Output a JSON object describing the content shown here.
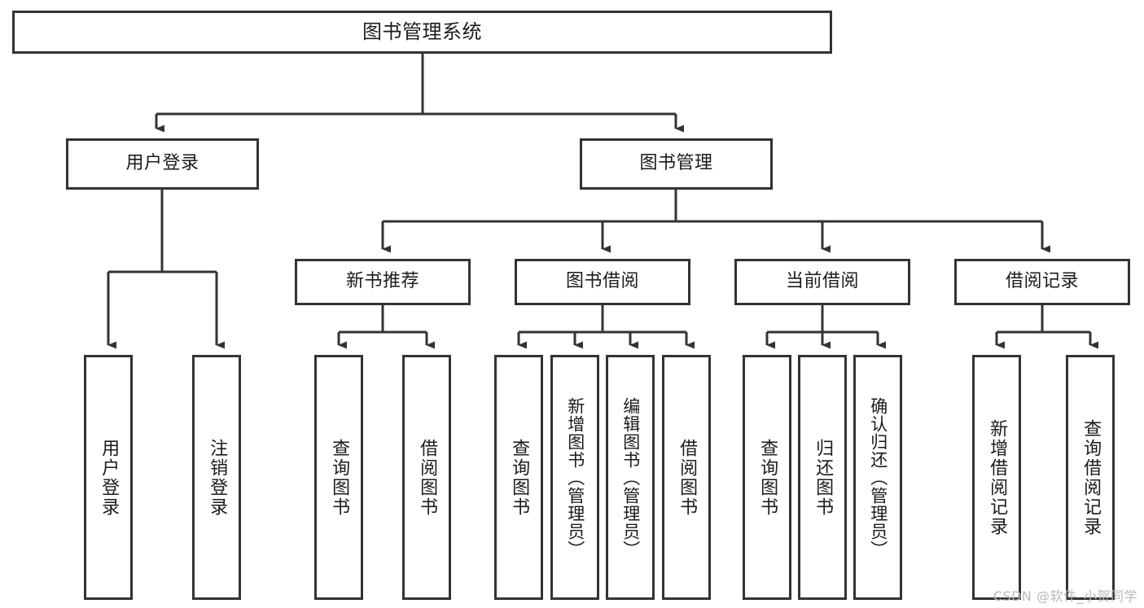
{
  "diagram": {
    "type": "tree",
    "title": "图书管理系统",
    "colors": {
      "background": "#ffffff",
      "box_border": "#333333",
      "text": "#1b1b1b",
      "connector": "#333333",
      "watermark": "#b9b9b9"
    },
    "watermark": "CSDN @软件_小贺同学",
    "root": {
      "label": "图书管理系统"
    },
    "level2": [
      {
        "label": "用户登录"
      },
      {
        "label": "图书管理"
      }
    ],
    "level3": [
      {
        "label": "新书推荐"
      },
      {
        "label": "图书借阅"
      },
      {
        "label": "当前借阅"
      },
      {
        "label": "借阅记录"
      }
    ],
    "leaves": {
      "user_login": [
        {
          "label": "用户登录"
        },
        {
          "label": "注销登录"
        }
      ],
      "new_book_recommend": [
        {
          "label": "查询图书"
        },
        {
          "label": "借阅图书"
        }
      ],
      "book_borrow": [
        {
          "label": "查询图书"
        },
        {
          "label": "新增图书（管理员）"
        },
        {
          "label": "编辑图书（管理员）"
        },
        {
          "label": "借阅图书"
        }
      ],
      "current_borrow": [
        {
          "label": "查询图书"
        },
        {
          "label": "归还图书"
        },
        {
          "label": "确认归还（管理员）"
        }
      ],
      "borrow_records": [
        {
          "label": "新增借阅记录"
        },
        {
          "label": "查询借阅记录"
        }
      ]
    }
  }
}
